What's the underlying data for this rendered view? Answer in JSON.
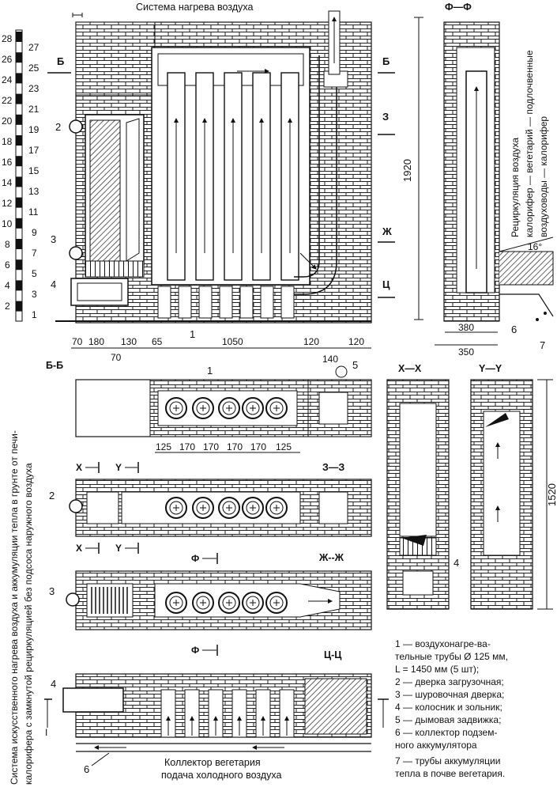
{
  "title": "Система нагрева воздуха",
  "left_vertical_text": {
    "line1": "Система искусственного нагрева воздуха и аккумуляции тепла в грунте от печи-",
    "line2": "калорифера с замкнутой рециркуляцией без подсоса наружного воздуха"
  },
  "right_vertical_text": {
    "line1": "Рециркуляция воздуха",
    "line2": "калорифер — вегетарий — подлочвенные",
    "line3": "воздуховоды — калорифер"
  },
  "row_scale": {
    "left": [
      "28",
      "26",
      "24",
      "22",
      "20",
      "18",
      "16",
      "14",
      "12",
      "10",
      "8",
      "6",
      "4",
      "2"
    ],
    "right": [
      "27",
      "25",
      "23",
      "21",
      "19",
      "17",
      "15",
      "13",
      "11",
      "9",
      "7",
      "5",
      "3",
      "1"
    ]
  },
  "markers": {
    "b": "Б",
    "z": "З",
    "zh": "Ж",
    "ts": "Ц",
    "i": "I",
    "x": "X",
    "y": "Y",
    "f": "Ф"
  },
  "callouts": [
    "1",
    "2",
    "3",
    "4",
    "5",
    "6",
    "7"
  ],
  "dims_top": {
    "height": "1920",
    "angle": "16°",
    "w380": "380",
    "w350": "350",
    "row": [
      "70",
      "180",
      "130",
      "65",
      "1050",
      "120",
      "120"
    ],
    "sub70": "70",
    "d140": "140",
    "pipes": [
      "125",
      "170",
      "170",
      "170",
      "170",
      "125"
    ],
    "h1520": "1520"
  },
  "section_labels": {
    "ff": "Ф—Ф",
    "bb": "Б-Б",
    "zz": "З—З",
    "zhzh": "Ж--Ж",
    "tsts": "Ц-Ц",
    "xx": "X—X",
    "yy": "Y—Y"
  },
  "bottom_labels": {
    "collector": "Коллектор вегетария",
    "supply": "подача холодного воздуха"
  },
  "legend": [
    "1 — воздухонагре-ва-",
    "тельные трубы Ø 125 мм,",
    "L = 1450 мм (5 шт);",
    "2 — дверка загрузочная;",
    "3 — шуровочная дверка;",
    "4 — колосник и зольник;",
    "5 — дымовая задвижка;",
    "6 — коллектор подзем-",
    "ного аккумулятора",
    "7 — трубы аккумуляции",
    "тепла в почве вегетария."
  ]
}
